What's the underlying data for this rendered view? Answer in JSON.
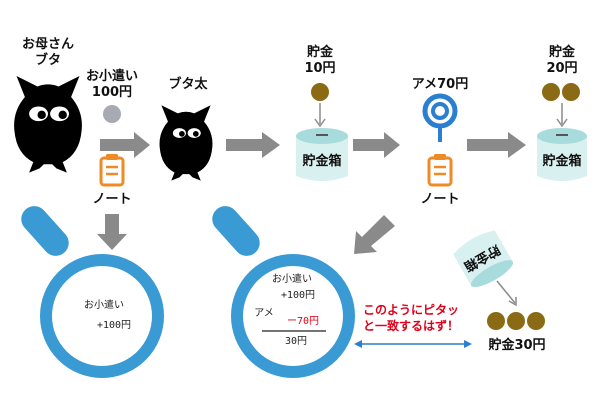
{
  "colors": {
    "coin_gold": "#8a6a14",
    "coin_silver": "#a7a9b3",
    "arrow_gray": "#8a8a8a",
    "lens_blue": "#3a9ad4",
    "clipboard_orange": "#f08a24",
    "jar_body": "#d9f0f0",
    "jar_lid": "#a8dcdc",
    "red": "#e0001a",
    "link_blue": "#2a7fd0",
    "pig": "#000000"
  },
  "labels": {
    "mother_pig_line1": "お母さん",
    "mother_pig_line2": "ブタ",
    "allowance_line1": "お小遣い",
    "allowance_line2": "100円",
    "buta_ta": "ブタ太",
    "note_1": "ノート",
    "savings_10_line1": "貯金",
    "savings_10_line2": "10円",
    "candy": "アメ70円",
    "note_2": "ノート",
    "savings_20_line1": "貯金",
    "savings_20_line2": "20円",
    "jar_1": "貯金箱",
    "jar_2": "貯金箱",
    "jar_tipped": "貯金箱",
    "savings_30": "貯金30円",
    "match_line1": "このようにピタッ",
    "match_line2": "と一致するはず！"
  },
  "notebook_1": {
    "line1": "お小遣い",
    "line2": "+100円"
  },
  "notebook_2": {
    "line1": "お小遣い",
    "line2": "+100円",
    "line3_label": "アメ",
    "line3_value": "ー70円",
    "line4": "30円"
  }
}
